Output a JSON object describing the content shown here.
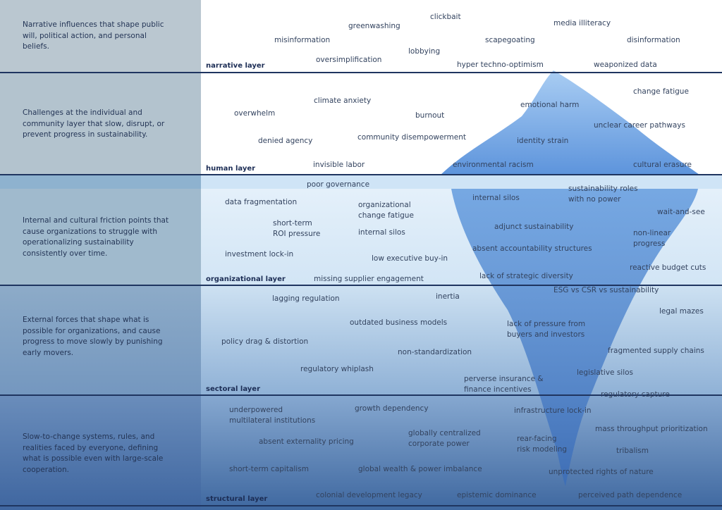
{
  "layers": [
    {
      "label": "narrative layer",
      "description": "Narrative influences that shape public will, political action, and personal beliefs.",
      "terms": [
        "clickbait",
        "greenwashing",
        "media illiteracy",
        "misinformation",
        "scapegoating",
        "disinformation",
        "lobbying",
        "oversimplification",
        "hyper techno-optimism",
        "weaponized data"
      ]
    },
    {
      "label": "human layer",
      "description": "Challenges at the individual and community layer that slow, disrupt, or prevent progress in sustainability.",
      "terms": [
        "climate anxiety",
        "change fatigue",
        "overwhelm",
        "emotional harm",
        "burnout",
        "unclear career pathways",
        "community disempowerment",
        "denied agency",
        "identity strain",
        "invisible labor",
        "environmental racism",
        "cultural erasure"
      ]
    },
    {
      "label": "organizational layer",
      "description": "Internal and cultural friction points that cause organizations to struggle with operationalizing sustainability consistently over time.",
      "terms": [
        "poor governance",
        "sustainability roles\nwith no power",
        "data fragmentation",
        "organizational\nchange fatigue",
        "internal silos",
        "wait-and-see",
        "short-term\nROI pressure",
        "internal silos",
        "adjunct sustainability",
        "non-linear\nprogress",
        "investment lock-in",
        "absent accountability structures",
        "low executive buy-in",
        "reactive budget cuts",
        "missing supplier engagement",
        "lack of strategic diversity"
      ]
    },
    {
      "label": "sectoral layer",
      "description": "External forces that shape what is possible for organizations, and cause progress to move slowly by punishing early movers.",
      "terms": [
        "ESG vs CSR vs sustainability",
        "lagging regulation",
        "inertia",
        "legal mazes",
        "outdated business models",
        "lack of pressure from\nbuyers and investors",
        "policy drag & distortion",
        "non-standardization",
        "fragmented supply chains",
        "regulatory whiplash",
        "legislative silos",
        "perverse insurance &\nfinance incentives",
        "regulatory capture"
      ]
    },
    {
      "label": "structural layer",
      "description": "Slow-to-change systems, rules, and realities faced by everyone, defining what is possible even with large-scale cooperation.",
      "terms": [
        "underpowered\nmultilateral institutions",
        "growth dependency",
        "infrastructure lock-in",
        "mass throughput prioritization",
        "globally centralized\ncorporate power",
        "rear-facing\nrisk modeling",
        "absent externality pricing",
        "tribalism",
        "short-term capitalism",
        "global wealth & power imbalance",
        "unprotected rights of nature",
        "colonial development legacy",
        "epistemic dominance",
        "perceived path dependence"
      ]
    }
  ],
  "colors": {
    "ink": "#2b3a5c",
    "rule": "#1f3560",
    "deep": "#2d5590"
  }
}
